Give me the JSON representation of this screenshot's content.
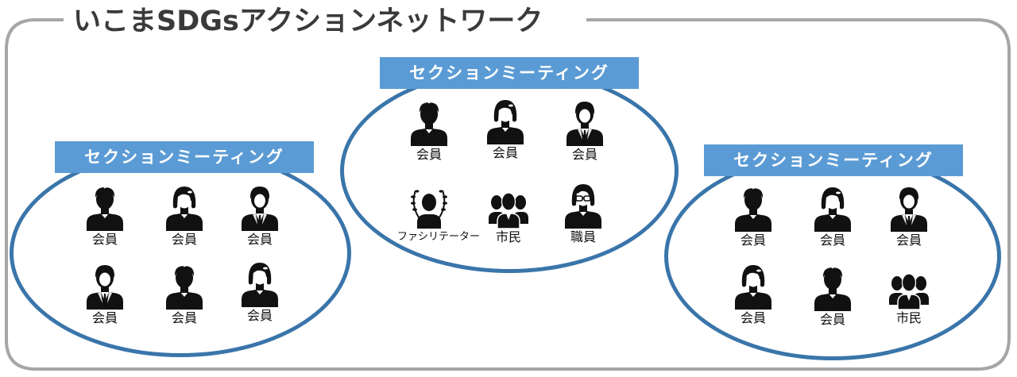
{
  "title": "いこまSDGsアクションネットワーク",
  "colors": {
    "frame": "#a6a6a6",
    "ellipse_border": "#3a75aa",
    "tag_bg": "#5b9bd5",
    "tag_text": "#ffffff",
    "icon": "#111111"
  },
  "groups": [
    {
      "tag": "セクションミーティング",
      "people": [
        {
          "icon": "person-male-icon",
          "label": "会員"
        },
        {
          "icon": "person-female-icon",
          "label": "会員"
        },
        {
          "icon": "person-suit-icon",
          "label": "会員"
        },
        {
          "icon": "person-suit-icon",
          "label": "会員"
        },
        {
          "icon": "person-male-icon",
          "label": "会員"
        },
        {
          "icon": "person-female-icon",
          "label": "会員"
        }
      ]
    },
    {
      "tag": "セクションミーティング",
      "people": [
        {
          "icon": "person-male-icon",
          "label": "会員"
        },
        {
          "icon": "person-female-icon",
          "label": "会員"
        },
        {
          "icon": "person-suit-icon",
          "label": "会員"
        },
        {
          "icon": "facilitator-laurel-icon",
          "label": "ファシリテーター"
        },
        {
          "icon": "citizens-group-icon",
          "label": "市民"
        },
        {
          "icon": "staff-glasses-icon",
          "label": "職員"
        }
      ]
    },
    {
      "tag": "セクションミーティング",
      "people": [
        {
          "icon": "person-male-icon",
          "label": "会員"
        },
        {
          "icon": "person-female-icon",
          "label": "会員"
        },
        {
          "icon": "person-suit-icon",
          "label": "会員"
        },
        {
          "icon": "person-female-icon",
          "label": "会員"
        },
        {
          "icon": "person-male-icon",
          "label": "会員"
        },
        {
          "icon": "citizens-group-icon",
          "label": "市民"
        }
      ]
    }
  ]
}
